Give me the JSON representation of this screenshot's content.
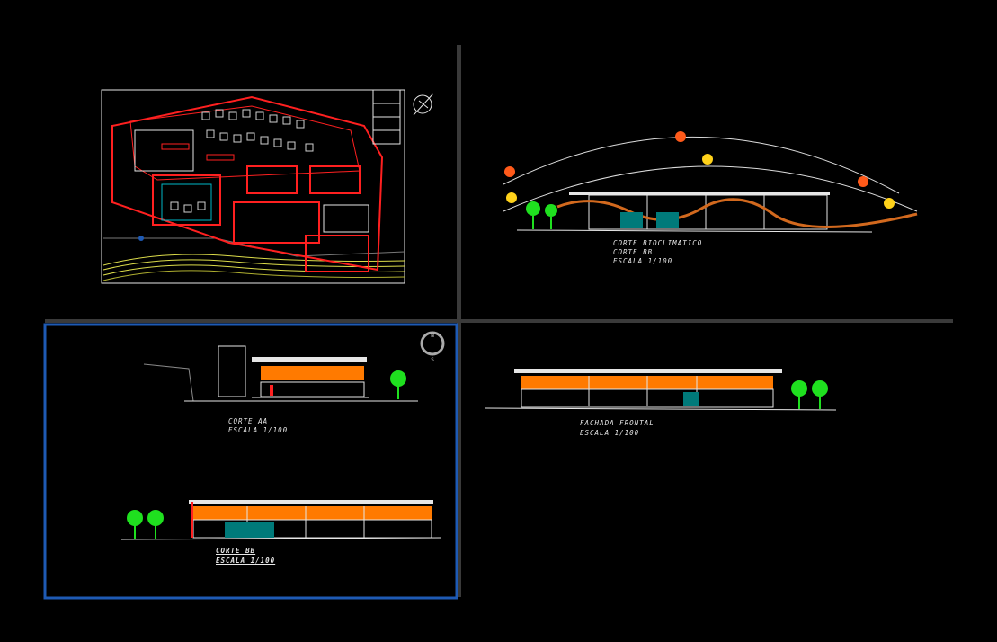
{
  "sections": {
    "site_plan": {},
    "bioclimatic": {
      "title": "CORTE BIOCLIMATICO",
      "subtitle": "CORTE BB",
      "scale": "ESCALA 1/100"
    },
    "section_aa": {
      "title": "CORTE AA",
      "scale": "ESCALA 1/100"
    },
    "facade": {
      "title": "FACHADA FRONTAL",
      "scale": "ESCALA  1/100"
    },
    "section_bb": {
      "title": "CORTE BB",
      "scale": "ESCALA 1/100"
    }
  },
  "compass": {
    "n": "N",
    "s": "S"
  },
  "colors": {
    "background": "#000000",
    "wall_white": "#e6e6e6",
    "red_line": "#ff2020",
    "orange_fill": "#ff7a00",
    "sun_yellow": "#ffd21a",
    "sun_orange": "#ff5a1a",
    "tree_green": "#1fe01f",
    "cyan_glass": "#00b7c8",
    "viewport_active": "#1e5ab4",
    "viewport_divider": "#3a3a3a",
    "terrain_yellow": "#dcdc4a"
  }
}
